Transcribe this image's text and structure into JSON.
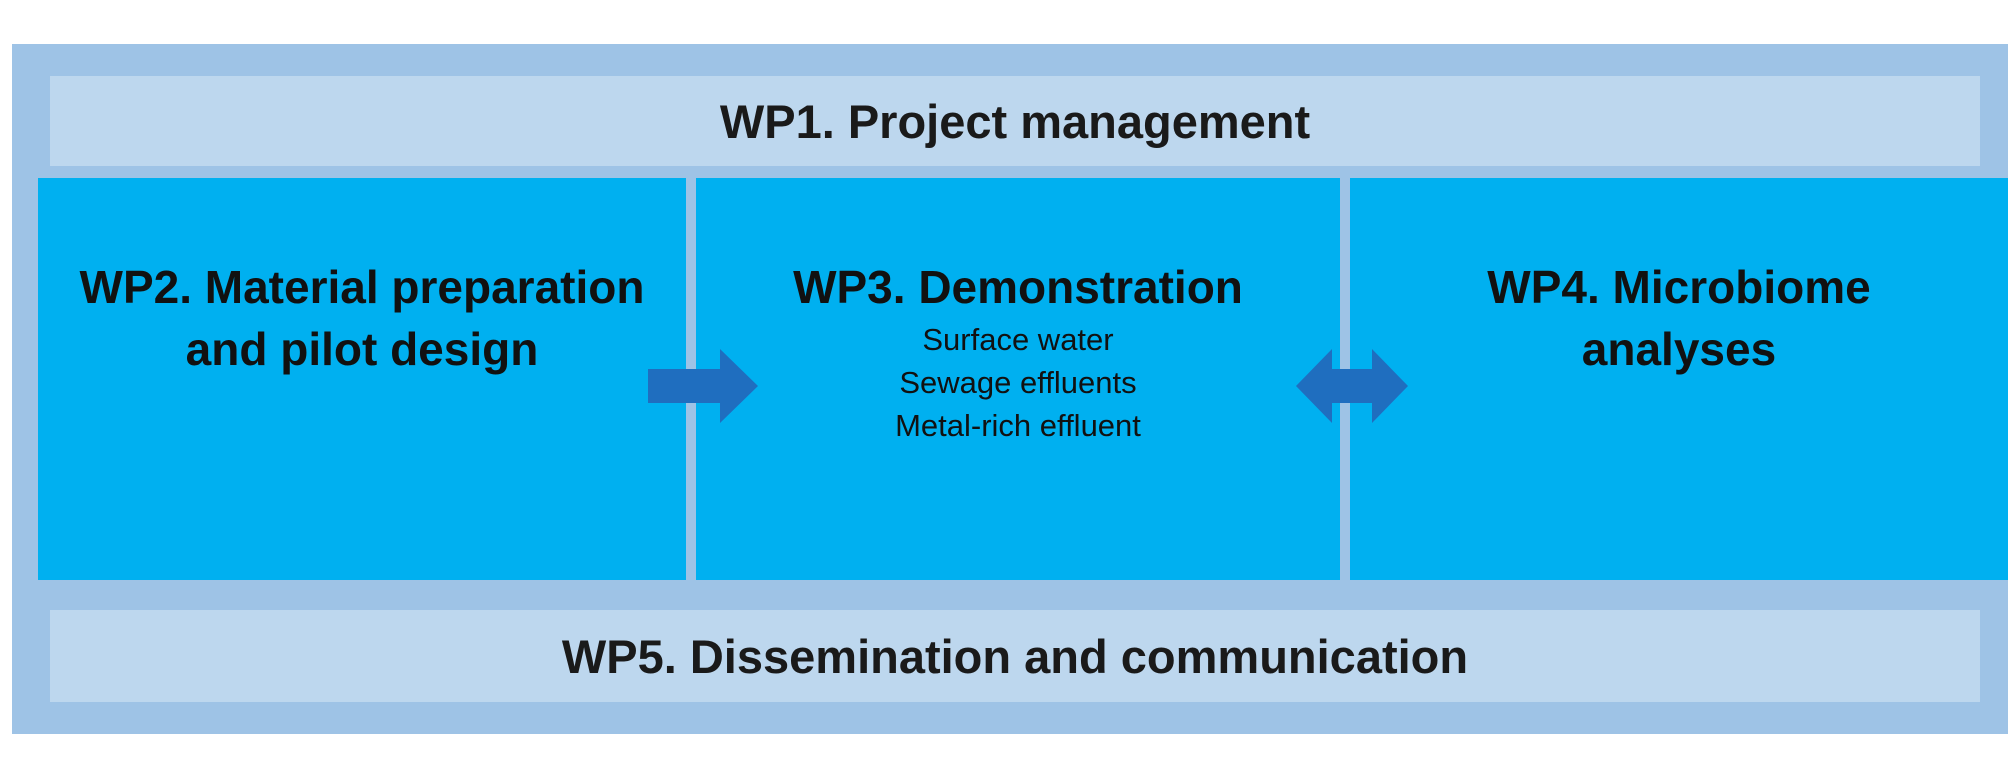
{
  "wp1": {
    "title": "WP1. Project management"
  },
  "wp2": {
    "title": "WP2. Material preparation and pilot design"
  },
  "wp3": {
    "title": "WP3. Demonstration",
    "items": [
      "Surface water",
      "Sewage effluents",
      "Metal-rich effluent"
    ]
  },
  "wp4": {
    "title": "WP4. Microbiome analyses"
  },
  "wp5": {
    "title": "WP5. Dissemination and communication"
  },
  "colors": {
    "frame": "#9ec3e6",
    "bar": "#bdd7ee",
    "box": "#00b0f0",
    "arrow": "#1f6ebf"
  }
}
